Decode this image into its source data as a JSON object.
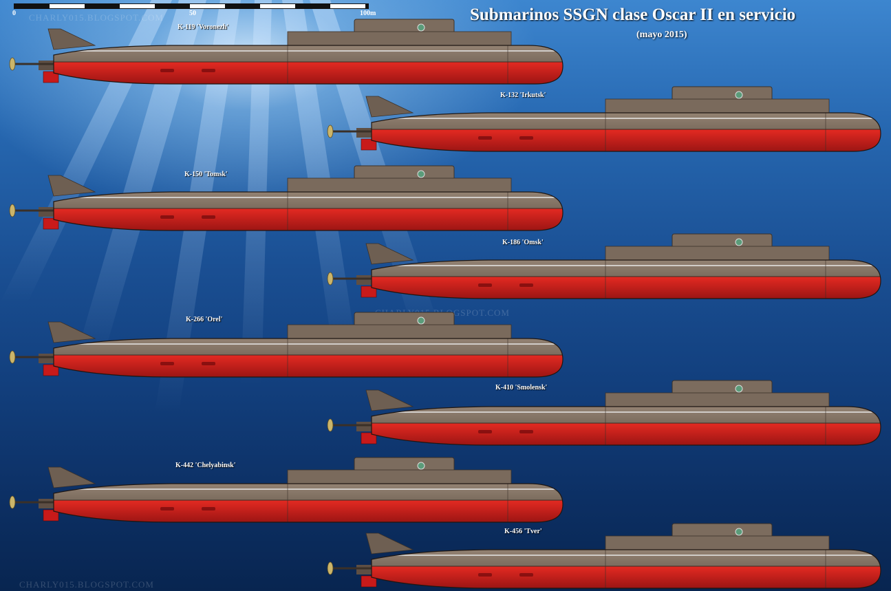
{
  "title": "Submarinos SSGN clase Oscar II en servicio",
  "subtitle": "(mayo 2015)",
  "scale": {
    "labels": [
      "0",
      "50",
      "100m"
    ]
  },
  "watermarks": {
    "top": "CHARLY015.BLOGSPOT.COM",
    "middle": "CHARLY015.BLOGSPOT.COM",
    "bottom": "CHARLY015.BLOGSPOT.COM"
  },
  "colors": {
    "hull_upper": "#7a6a5c",
    "hull_lower": "#d01c1c",
    "waterline": "#e8e8e8"
  },
  "submarines": [
    {
      "name": "K-119 'Voronezh'"
    },
    {
      "name": "K-132 'Irkutsk'"
    },
    {
      "name": "K-150 'Tomsk'"
    },
    {
      "name": "K-186 'Omsk'"
    },
    {
      "name": "K-266 'Orel'"
    },
    {
      "name": "K-410 'Smolensk'"
    },
    {
      "name": "K-442 'Chelyabinsk'"
    },
    {
      "name": "K-456 'Tver'"
    }
  ]
}
